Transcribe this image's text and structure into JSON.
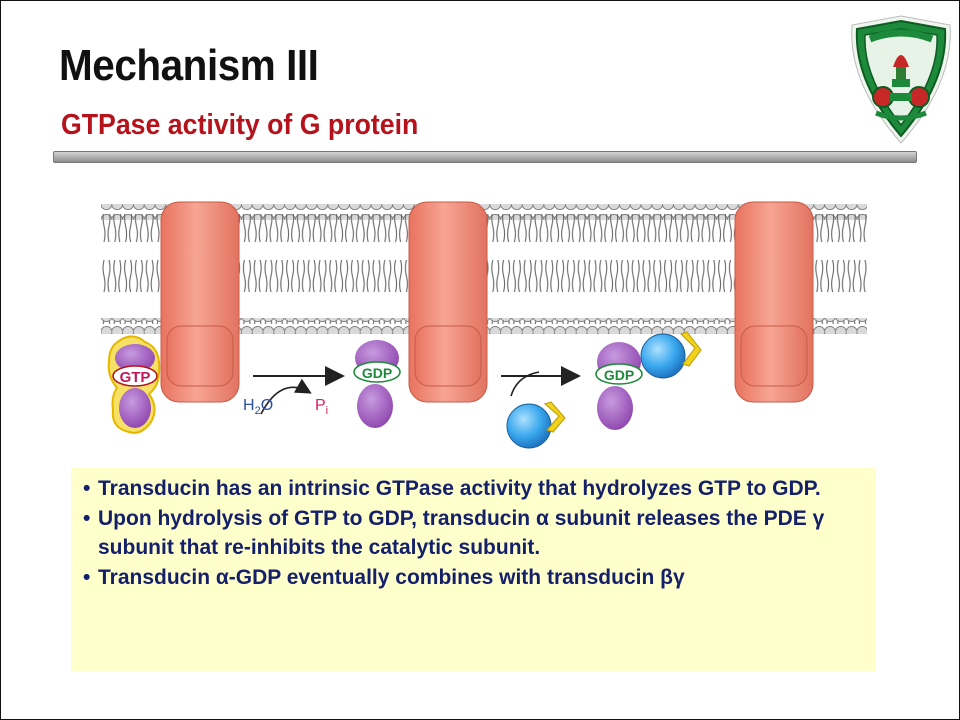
{
  "slide": {
    "title": "Mechanism III",
    "subtitle": "GTPase activity of G protein"
  },
  "diagram": {
    "labels": {
      "gtp": "GTP",
      "gdp_1": "GDP",
      "gdp_2": "GDP"
    },
    "water_label": "H",
    "water_sub": "2",
    "water_tail": "O",
    "phosphate_label": "P",
    "phosphate_sub": "i"
  },
  "bullets": [
    "Transducin has an intrinsic GTPase activity that hydrolyzes GTP to GDP.",
    "Upon hydrolysis of GTP to GDP, transducin α subunit releases the PDE γ subunit that re-inhibits the catalytic subunit.",
    "Transducin α-GDP eventually combines with transducin βγ"
  ],
  "colors": {
    "title": "#111111",
    "subtitle": "#b5121b",
    "bullet_text": "#15206b",
    "text_box": "#ffffcc",
    "receptor": "#ef8a78",
    "g_alpha": "#9b59b6",
    "beta_gamma_blue": "#3aa8ee",
    "gamma_yellow": "#f2d21b",
    "emblem_green": "#1c8a3a"
  }
}
